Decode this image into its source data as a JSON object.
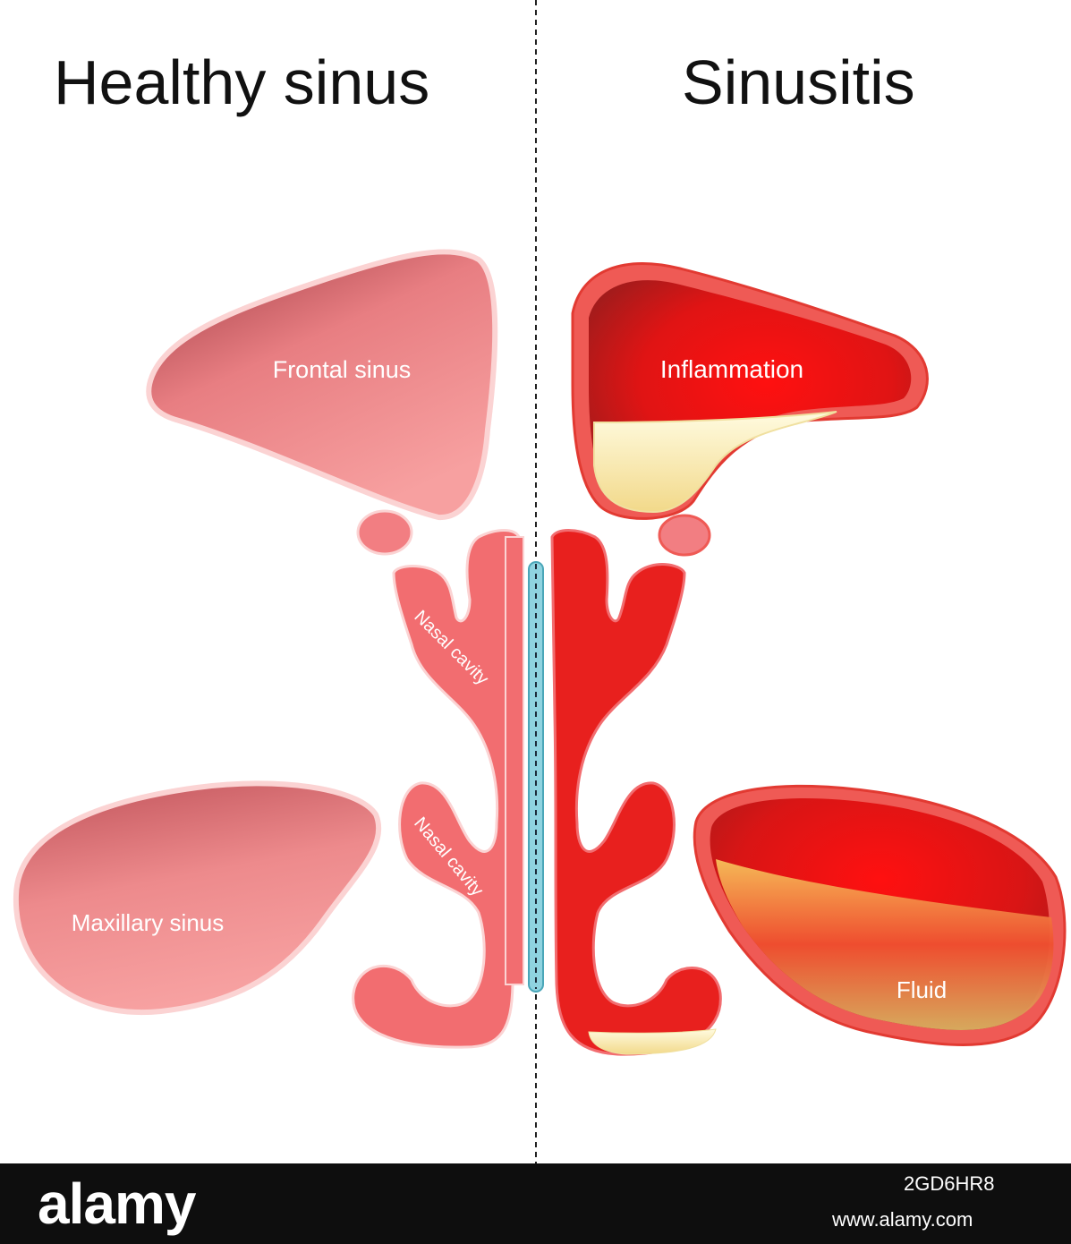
{
  "headings": {
    "left": "Healthy sinus",
    "right": "Sinusitis"
  },
  "labels": {
    "frontal": "Frontal sinus",
    "nasal_upper": "Nasal cavity",
    "nasal_lower": "Nasal cavity",
    "maxillary": "Maxillary sinus",
    "inflammation": "Inflammation",
    "fluid": "Fluid"
  },
  "footer": {
    "logo": "alamy",
    "image_id": "2GD6HR8",
    "site": "www.alamy.com"
  },
  "colors": {
    "healthy_fill": "#f59a9a",
    "healthy_outline": "#fbd3d3",
    "inflamed_fill": "#e8201e",
    "inflamed_outline": "#ef5a55",
    "fluid": "#f6e6a2",
    "septum": "#8fd3e0"
  }
}
